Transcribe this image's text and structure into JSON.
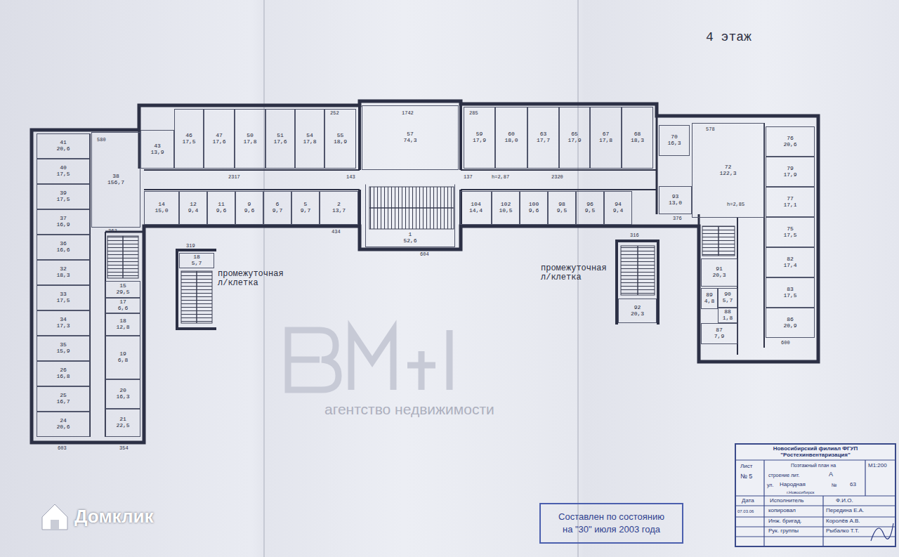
{
  "diagram": {
    "title": "4 этаж",
    "nodes": [
      {
        "text": [
          "41",
          "20,6"
        ]
      },
      {
        "text": [
          "40",
          "17,5"
        ]
      },
      {
        "text": [
          "39",
          "17,5"
        ]
      },
      {
        "text": [
          "37",
          "16,9"
        ]
      },
      {
        "text": [
          "36",
          "16,6"
        ]
      },
      {
        "text": [
          "32",
          "18,3"
        ]
      },
      {
        "text": [
          "33",
          "17,5"
        ]
      },
      {
        "text": [
          "34",
          "17,3"
        ]
      },
      {
        "text": [
          "35",
          "15,9"
        ]
      },
      {
        "text": [
          "26",
          "16,8"
        ]
      },
      {
        "text": [
          "25",
          "16,7"
        ]
      },
      {
        "text": [
          "24",
          "20,6"
        ]
      },
      {
        "text": [
          "38",
          "156,7"
        ]
      },
      {
        "text": [
          "15",
          "29,5"
        ]
      },
      {
        "text": [
          "17",
          "6,6"
        ]
      },
      {
        "text": [
          "18",
          "12,8"
        ]
      },
      {
        "text": [
          "19",
          "6,8"
        ]
      },
      {
        "text": [
          "20",
          "16,3"
        ]
      },
      {
        "text": [
          "21",
          "22,5"
        ]
      },
      {
        "text": [
          "43",
          "13,9"
        ]
      },
      {
        "text": [
          "46",
          "17,5"
        ]
      },
      {
        "text": [
          "47",
          "17,6"
        ]
      },
      {
        "text": [
          "50",
          "17,8"
        ]
      },
      {
        "text": [
          "51",
          "17,6"
        ]
      },
      {
        "text": [
          "54",
          "17,8"
        ]
      },
      {
        "text": [
          "55",
          "18,9"
        ]
      },
      {
        "text": [
          "57",
          "74,3"
        ]
      },
      {
        "text": [
          "59",
          "17,9"
        ]
      },
      {
        "text": [
          "60",
          "18,0"
        ]
      },
      {
        "text": [
          "63",
          "17,7"
        ]
      },
      {
        "text": [
          "65",
          "17,9"
        ]
      },
      {
        "text": [
          "67",
          "17,8"
        ]
      },
      {
        "text": [
          "68",
          "18,3"
        ]
      },
      {
        "text": [
          "70",
          "16,3"
        ]
      },
      {
        "text": [
          "14",
          "15,0"
        ]
      },
      {
        "text": [
          "12",
          "9,4"
        ]
      },
      {
        "text": [
          "11",
          "9,6"
        ]
      },
      {
        "text": [
          "9",
          "9,6"
        ]
      },
      {
        "text": [
          "6",
          "9,7"
        ]
      },
      {
        "text": [
          "5",
          "9,7"
        ]
      },
      {
        "text": [
          "2",
          "13,7"
        ]
      },
      {
        "text": [
          "1",
          "52,6"
        ]
      },
      {
        "text": [
          "104",
          "14,4"
        ]
      },
      {
        "text": [
          "102",
          "10,5"
        ]
      },
      {
        "text": [
          "100",
          "9,6"
        ]
      },
      {
        "text": [
          "98",
          "9,5"
        ]
      },
      {
        "text": [
          "96",
          "9,5"
        ]
      },
      {
        "text": [
          "94",
          "9,4"
        ]
      },
      {
        "text": [
          "93",
          "13,0"
        ]
      },
      {
        "text": [
          "72",
          "122,3"
        ]
      },
      {
        "text": [
          "76",
          "20,6"
        ]
      },
      {
        "text": [
          "79",
          "17,9"
        ]
      },
      {
        "text": [
          "77",
          "17,1"
        ]
      },
      {
        "text": [
          "75",
          "17,5"
        ]
      },
      {
        "text": [
          "82",
          "17,4"
        ]
      },
      {
        "text": [
          "83",
          "17,5"
        ]
      },
      {
        "text": [
          "86",
          "20,9"
        ]
      },
      {
        "text": [
          "91",
          "20,3"
        ]
      },
      {
        "text": [
          "89",
          "4,8"
        ]
      },
      {
        "text": [
          "90",
          "5,7"
        ]
      },
      {
        "text": [
          "88",
          "1,8"
        ]
      },
      {
        "text": [
          "87",
          "7,9"
        ]
      },
      {
        "text": [
          "18",
          "5,7"
        ]
      },
      {
        "text": [
          "92",
          "20,3"
        ]
      },
      {
        "text": [
          "Составлен по состоянию",
          "на \"30\" июля 2003 года"
        ]
      }
    ],
    "labels": [
      "промежуточная л/клетка",
      "промежуточная л/клетка",
      "агентство недвижимости",
      "Домклик",
      "Новосибирский филиал ФГУП \"Ростехинвентаризация\"",
      "Лист",
      "№ 5",
      "Поэтажный план на",
      "строение лит.",
      "А",
      "ул.",
      "Народная",
      "№",
      "63",
      "г.Новосибирск",
      "М1:200",
      "Дата",
      "Исполнитель",
      "Ф.И.О.",
      "07.03.06",
      "копировал",
      "Передина Е.А.",
      "Инж. бригад.",
      "Королёв А.В.",
      "Рук. группы",
      "Рыбалко Т.Т.",
      "580",
      "1742",
      "2317",
      "2320",
      "h=2,87",
      "143",
      "137",
      "578",
      "h=2,85",
      "434",
      "604",
      "362",
      "319",
      "316",
      "376",
      "600",
      "603",
      "354",
      "252",
      "285"
    ]
  }
}
